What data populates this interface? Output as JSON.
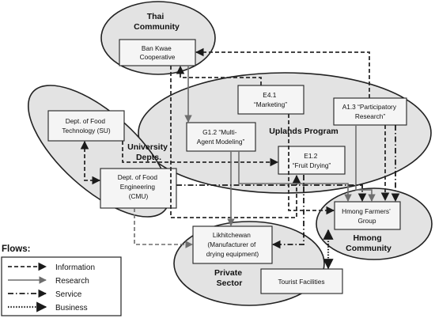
{
  "groups": {
    "thai": [
      "Thai",
      "Community"
    ],
    "univ": [
      "University",
      "Depts."
    ],
    "uplands": [
      "Uplands Program"
    ],
    "private": [
      "Private",
      "Sector"
    ],
    "hmong": [
      "Hmong",
      "Community"
    ]
  },
  "nodes": {
    "ban_kwae": [
      "Ban Kwae",
      "Cooperative"
    ],
    "food_tech": [
      "Dept. of Food",
      "Technology (SU)"
    ],
    "food_eng": [
      "Dept. of Food",
      "Engineering",
      "(CMU)"
    ],
    "e41": [
      "E4.1",
      "“Marketing”"
    ],
    "a13": [
      "A1.3 “Participatory",
      "Research”"
    ],
    "g12": [
      "G1.2 “Multi-",
      "Agent Modeling”"
    ],
    "e12": [
      "E1.2",
      "“Fruit Drying”"
    ],
    "hmong_farmers": [
      "Hmong Farmers’",
      "Group"
    ],
    "likhitchewan": [
      "Likhitchewan",
      "(Manufacturer of",
      "drying equipment)"
    ],
    "tourist": [
      "Tourist Facilities"
    ]
  },
  "legend": {
    "title": "Flows:",
    "items": [
      "Information",
      "Research",
      "Service",
      "Business"
    ]
  },
  "colors": {
    "ellipse_fill": "#e3e3e3",
    "box_fill": "#f5f5f5",
    "research_line": "#6e6e6e"
  }
}
